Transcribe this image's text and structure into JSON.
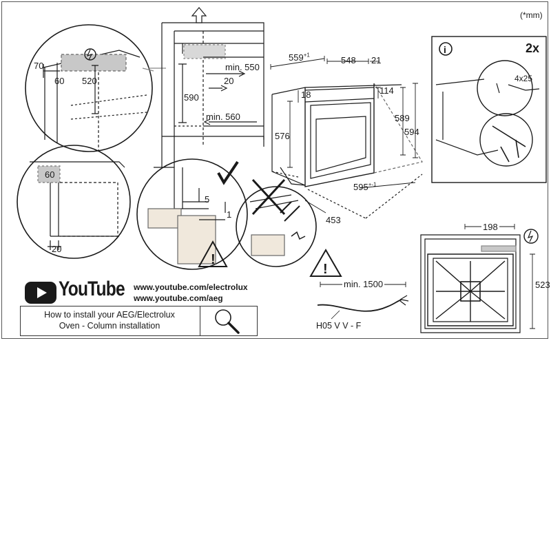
{
  "unit_note": "(*mm)",
  "youtube": {
    "brand": "YouTube",
    "links": [
      "www.youtube.com/electrolux",
      "www.youtube.com/aeg"
    ],
    "howto_lines": [
      "How to install your AEG/Electrolux",
      "Oven - Column installation"
    ]
  },
  "detail_box": {
    "badge": "2x",
    "screw": "4x25"
  },
  "dimensions": {
    "niche_top_70": "70",
    "niche_top_60": "60",
    "niche_520": "520",
    "vent_60": "60",
    "vent_20": "20",
    "column_min550": "min. 550",
    "column_20": "20",
    "column_590": "590",
    "column_min560": "min. 560",
    "gap_5": "5",
    "gap_1": "1",
    "oven_559": "559",
    "oven_559_tol": "+1",
    "oven_548": "548",
    "oven_21": "21",
    "oven_114": "114",
    "oven_18": "18",
    "oven_576": "576",
    "oven_589": "589",
    "oven_594": "594",
    "oven_595": "595",
    "oven_595_tol": "+-1",
    "oven_453": "453",
    "cable_min1500": "min. 1500",
    "rear_198": "198",
    "rear_523": "523"
  },
  "cable_code": "H05 V V - F",
  "colors": {
    "line": "#1a1a1a",
    "gray_fill": "#c8c8c8",
    "youtube_red": "#e02020"
  },
  "icons": [
    "arrow-up-icon",
    "lightning-icon",
    "checkmark-icon",
    "cross-icon",
    "warning-icon",
    "info-icon",
    "search-icon",
    "youtube-play-icon"
  ]
}
